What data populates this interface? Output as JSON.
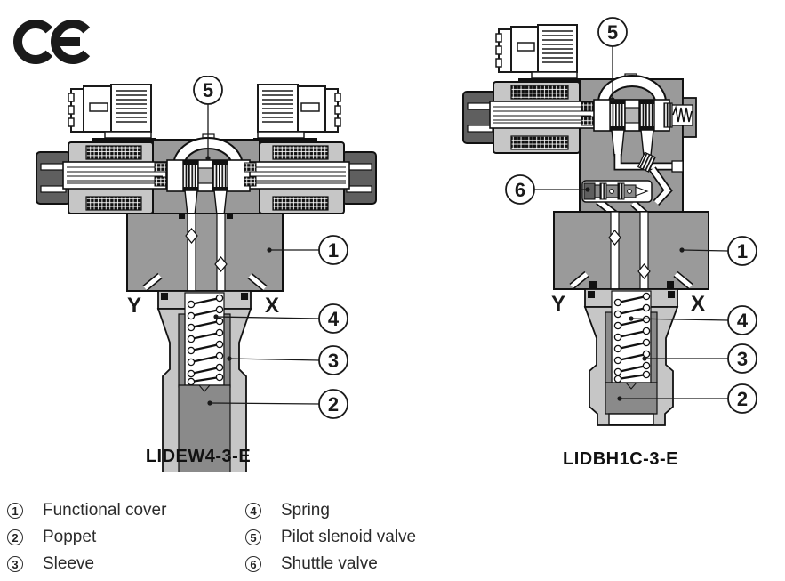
{
  "ce_mark": "CE",
  "diagrams": {
    "left": {
      "caption": "LIDEW4-3-E",
      "ports": {
        "left": "Y",
        "right": "X"
      },
      "callouts": {
        "pilot": "5",
        "cover": "1",
        "spring": "4",
        "sleeve": "3",
        "poppet": "2"
      }
    },
    "right": {
      "caption": "LIDBH1C-3-E",
      "ports": {
        "left": "Y",
        "right": "X"
      },
      "callouts": {
        "pilot": "5",
        "shuttle": "6",
        "cover": "1",
        "spring": "4",
        "sleeve": "3",
        "poppet": "2"
      }
    }
  },
  "legend": {
    "items": [
      {
        "num": "1",
        "label": "Functional cover"
      },
      {
        "num": "2",
        "label": "Poppet"
      },
      {
        "num": "3",
        "label": "Sleeve"
      },
      {
        "num": "4",
        "label": "Spring"
      },
      {
        "num": "5",
        "label": "Pilot slenoid valve"
      },
      {
        "num": "6",
        "label": "Shuttle valve"
      }
    ]
  },
  "colors": {
    "body_gray": "#9a9a9a",
    "light_gray": "#c6c6c6",
    "dark_gray": "#5f5f5f",
    "poppet_gray": "#8a8a8a",
    "line": "#1a1a1a"
  }
}
